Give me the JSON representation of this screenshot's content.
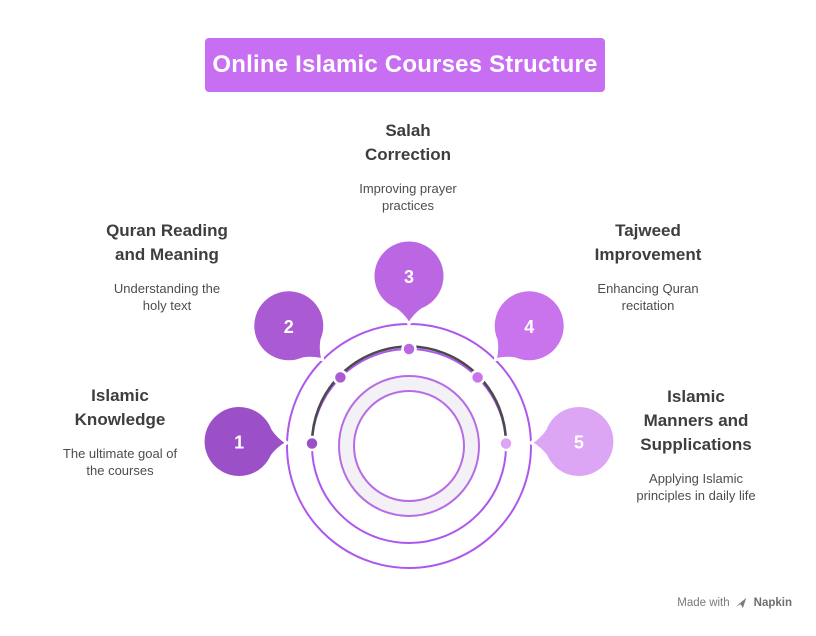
{
  "banner": {
    "text": "Online Islamic Courses Structure",
    "bg": "#c76ef2",
    "text_color": "#ffffff"
  },
  "steps": [
    {
      "number": "1",
      "title_lines": [
        "Islamic",
        "Knowledge"
      ],
      "desc_lines": [
        "The ultimate goal of",
        "the courses"
      ],
      "color": "#9c50c8"
    },
    {
      "number": "2",
      "title_lines": [
        "Quran Reading",
        "and Meaning"
      ],
      "desc_lines": [
        "Understanding the",
        "holy text"
      ],
      "color": "#aa5bd3"
    },
    {
      "number": "3",
      "title_lines": [
        "Salah",
        "Correction"
      ],
      "desc_lines": [
        "Improving prayer",
        "practices"
      ],
      "color": "#bb66e2"
    },
    {
      "number": "4",
      "title_lines": [
        "Tajweed",
        "Improvement"
      ],
      "desc_lines": [
        "Enhancing Quran",
        "recitation"
      ],
      "color": "#c974ec"
    },
    {
      "number": "5",
      "title_lines": [
        "Islamic",
        "Manners and",
        "Supplications"
      ],
      "desc_lines": [
        "Applying Islamic",
        "principles in daily life"
      ],
      "color": "#dda6f5"
    }
  ],
  "diagram": {
    "ring_color": "#ae57ec",
    "donut_border_color": "#b76ce6",
    "donut_band_color": "#f4f1f6",
    "arc_color": "#4a4a4a",
    "dot_border_color": "#ffffff",
    "bubble_border_color": "#ffffff",
    "number_color": "#ffffff"
  },
  "footer": {
    "made_with": "Made with",
    "brand": "Napkin"
  }
}
